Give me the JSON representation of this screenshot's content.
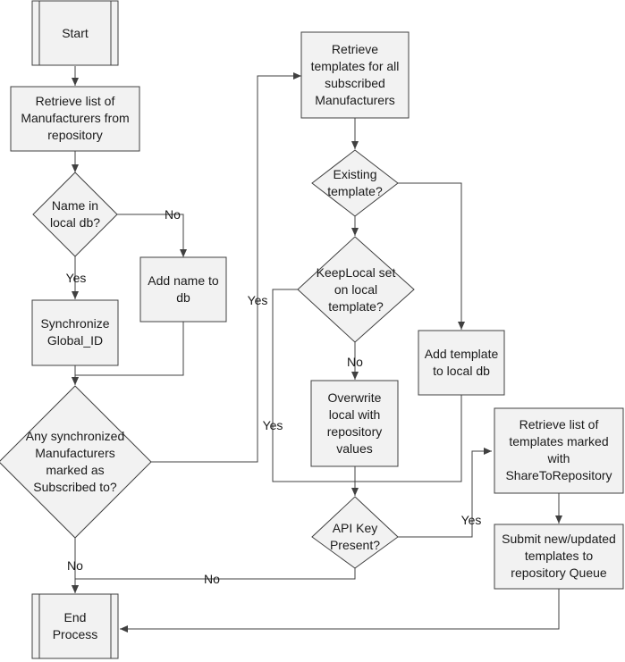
{
  "diagram": {
    "type": "flowchart",
    "nodes": {
      "start": "Start",
      "retrieve_manufacturers": "Retrieve list of\nManufacturers from\nrepository",
      "name_in_local_db": "Name in\nlocal db?",
      "add_name_to_db": "Add name to\ndb",
      "synchronize_global_id": "Synchronize\nGlobal_ID",
      "any_synchronized_subscribed": "Any synchronized\nManufacturers\nmarked as\nSubscribed to?",
      "retrieve_templates": "Retrieve\ntemplates for all\nsubscribed\nManufacturers",
      "existing_template": "Existing\ntemplate?",
      "keeplocal_set": "KeepLocal set\non local\ntemplate?",
      "overwrite_local": "Overwrite\nlocal with\nrepository\nvalues",
      "add_template_local": "Add template\nto local db",
      "api_key_present": "API Key\nPresent?",
      "retrieve_share_templates": "Retrieve list of\ntemplates marked\nwith\nShareToRepository",
      "submit_templates": "Submit new/updated\ntemplates to\nrepository Queue",
      "end_process": "End\nProcess"
    },
    "edge_labels": {
      "name_no": "No",
      "name_yes": "Yes",
      "subscribed_yes": "Yes",
      "subscribed_no": "No",
      "keeplocal_yes": "Yes",
      "keeplocal_no": "No",
      "api_yes": "Yes",
      "api_no": "No"
    }
  }
}
